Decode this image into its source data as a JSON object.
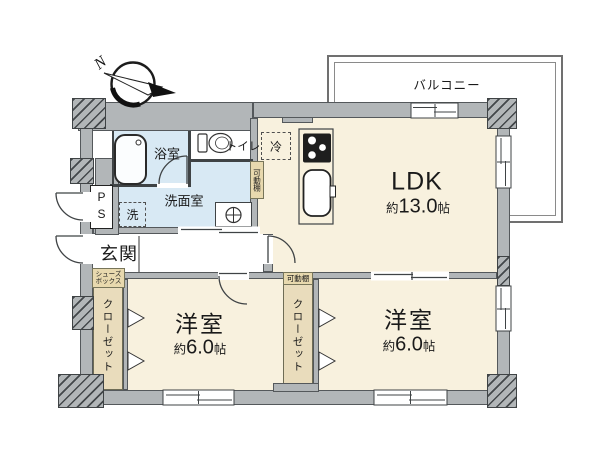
{
  "compass": {
    "north_label": "N"
  },
  "balcony": {
    "label": "バルコニー"
  },
  "rooms": {
    "ldk": {
      "name": "LDK",
      "area_prefix": "約",
      "area_value": "13.0",
      "area_unit": "帖"
    },
    "bedroom_left": {
      "name": "洋室",
      "area_prefix": "約",
      "area_value": "6.0",
      "area_unit": "帖"
    },
    "bedroom_right": {
      "name": "洋室",
      "area_prefix": "約",
      "area_value": "6.0",
      "area_unit": "帖"
    },
    "entrance": {
      "name": "玄関"
    },
    "washroom": {
      "name": "洗面室"
    },
    "bathroom": {
      "name": "浴室"
    },
    "toilet": {
      "name": "トイレ"
    }
  },
  "storage": {
    "closet_left": {
      "label": "クローゼット"
    },
    "closet_middle": {
      "label": "クローゼット"
    },
    "shoe_box": {
      "line1": "シューズ",
      "line2": "ボックス"
    },
    "movable_shelf_vertical": {
      "label": "可動棚"
    },
    "movable_shelf_horizontal": {
      "label": "可動棚"
    }
  },
  "fixtures": {
    "refrigerator": {
      "label": "冷"
    },
    "washing_machine": {
      "label": "洗"
    },
    "pipe_space": {
      "label": "PS"
    }
  },
  "colors": {
    "room_floor": "#f8f1de",
    "wet_area_floor": "#d8e9f4",
    "closet_fill": "#e9dcbc",
    "label_box_fill": "#e8d9ae",
    "wall_fill": "#b2b6b8",
    "line": "#3f4345"
  }
}
